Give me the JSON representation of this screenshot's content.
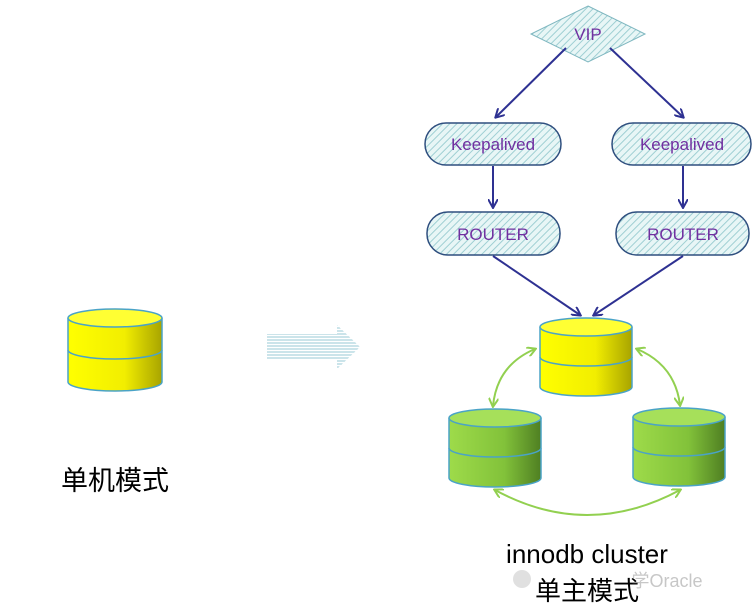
{
  "vip": {
    "label": "VIP"
  },
  "keepalived": [
    {
      "label": "Keepalived"
    },
    {
      "label": "Keepalived"
    }
  ],
  "router": [
    {
      "label": "ROUTER"
    },
    {
      "label": "ROUTER"
    }
  ],
  "left_caption": "单机模式",
  "cluster_caption_line1": "innodb cluster",
  "cluster_caption_line2": "单主模式",
  "watermark": "学Oracle",
  "colors": {
    "node_text": "#7030a0",
    "node_fill": "#d6f0f0",
    "node_border": "#2f4f7f",
    "arrow_blue": "#2e3192",
    "arrow_green": "#92d050",
    "db_yellow": "#ffff00",
    "db_green": "#92d050"
  }
}
